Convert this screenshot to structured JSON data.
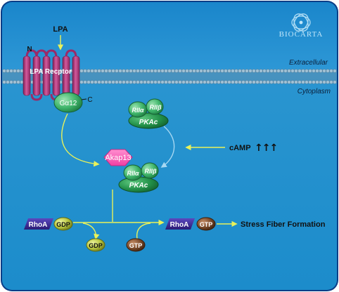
{
  "brand": {
    "name": "BIOCARTA"
  },
  "regions": {
    "extracellular": "Extracellular",
    "cytoplasm": "Cytoplasm"
  },
  "receptor": {
    "label": "LPA Recptor",
    "n_terminus": "N"
  },
  "ligand": {
    "label": "LPA"
  },
  "g_protein": {
    "label": "Gα12",
    "c_terminus": "C"
  },
  "pka_complex": {
    "rii_alpha": "RIIα",
    "rii_beta": "RIIβ",
    "pkac": "PKAc"
  },
  "akap": {
    "label": "Akap13",
    "rii_alpha": "RIIα",
    "rii_beta": "RIIβ",
    "pkac": "PKAc"
  },
  "camp": {
    "label": "cAMP",
    "arrows": "↑↑↑"
  },
  "rhoa_gdp": {
    "rhoa": "RhoA",
    "gdp": "GDP"
  },
  "rhoa_gtp": {
    "rhoa": "RhoA",
    "gtp": "GTP"
  },
  "released_gdp": "GDP",
  "input_gtp": "GTP",
  "outcome": "Stress Fiber Formation",
  "colors": {
    "frame": "#0a3d87",
    "extracellular_bg": "#1b8bd0",
    "cytoplasm_bg": "#1f93cf",
    "membrane_head": "#8fb3c9",
    "receptor": "#b5317a",
    "g_protein": "#4dbb73",
    "akap13": "#ff58b4",
    "rii_green": "#37b36a",
    "pkac_green": "#1d8a3c",
    "rhoa": "#3d2a96",
    "gdp": "#b9c845",
    "gtp": "#7a4a2a",
    "arrow_yellow": "#e9f25a",
    "arrow_lightblue": "#a7d8f2"
  }
}
